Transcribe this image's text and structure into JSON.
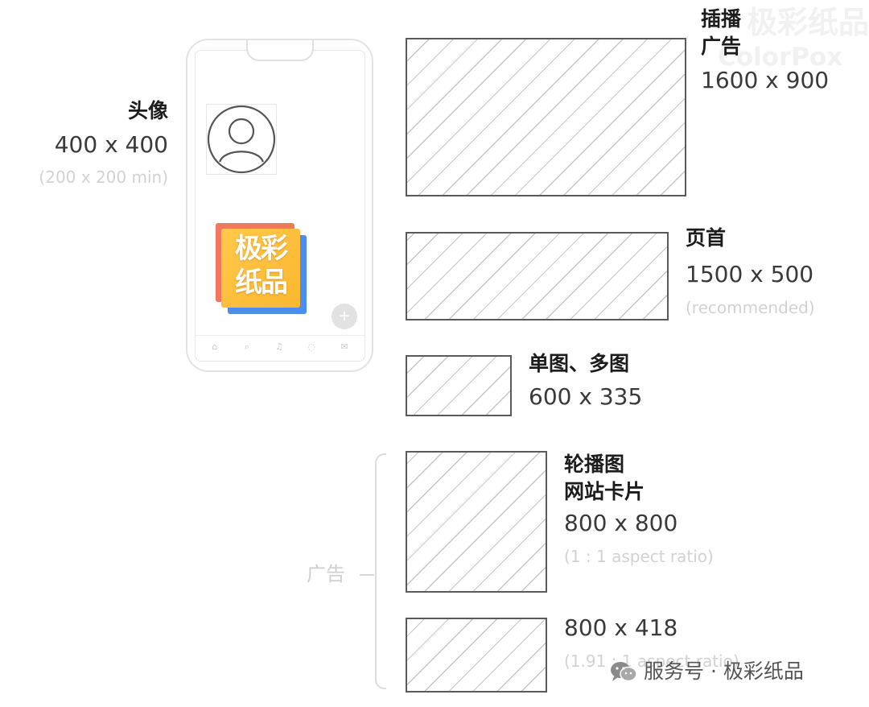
{
  "watermark": {
    "cn": "极彩纸品",
    "en": "ColorPox"
  },
  "avatar": {
    "title": "头像",
    "size": "400 x 400",
    "note": "(200 x 200 min)"
  },
  "logo": {
    "line1": "极彩",
    "line2": "纸品"
  },
  "phone": {
    "fab_glyph": "+",
    "tab_icons": [
      "home-icon",
      "search-icon",
      "bell-icon",
      "circle-icon",
      "mail-icon"
    ]
  },
  "sizes": {
    "interstitial": {
      "title_line1": "插播",
      "title_line2": "广告",
      "size": "1600 x 900"
    },
    "header": {
      "title": "页首",
      "size": "1500 x 500",
      "note": "(recommended)"
    },
    "single": {
      "title": "单图、多图",
      "size": "600 x 335"
    },
    "carousel": {
      "title_line1": "轮播图",
      "title_line2": "网站卡片",
      "size": "800 x 800",
      "note": "(1 : 1 aspect ratio)"
    },
    "wide": {
      "size": "800 x 418",
      "note": "(1.91 : 1 aspect ratio)"
    }
  },
  "group_label": "广告",
  "credit": "服务号 · 极彩纸品"
}
